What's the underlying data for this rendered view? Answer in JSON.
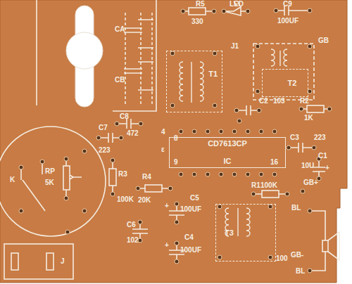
{
  "diagram": {
    "nodes": [
      {
        "text": [
          "T1"
        ]
      },
      {
        "text": [
          "T2"
        ]
      },
      {
        "text": [
          "CD7613CP",
          "IC"
        ]
      },
      {
        "text": [
          "T3"
        ]
      }
    ],
    "labels": [
      "CA",
      "CB",
      "R5",
      "330",
      "LED",
      "C9",
      "100UF",
      "J1",
      "GB",
      "C2",
      "103",
      "R2",
      "1K",
      "C8",
      "472",
      "C7",
      "223",
      "4",
      "ε",
      "8",
      "9",
      "16",
      "C3",
      "223",
      "C1",
      "10U",
      "+",
      "GB+",
      "K",
      "RP",
      "5K",
      "R3",
      "100K",
      "R4",
      "20K",
      "R1",
      "100K",
      "C5",
      "+",
      "100UF",
      "C6",
      "102",
      "C4",
      "+",
      "100UF",
      "100",
      "BL",
      "GB-",
      "BL",
      "J"
    ]
  }
}
